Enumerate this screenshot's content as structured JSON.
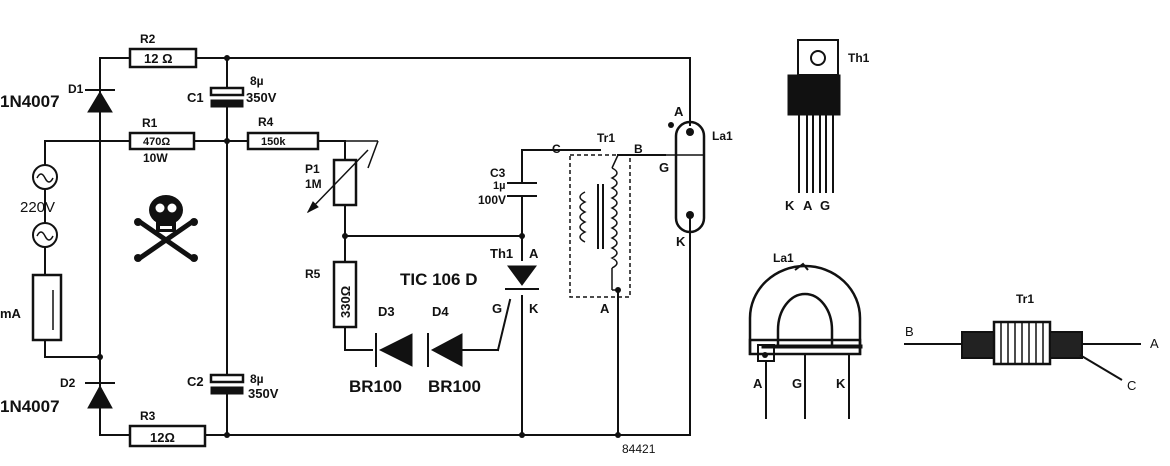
{
  "components": {
    "r2": {
      "ref": "R2",
      "value": "12 Ω"
    },
    "r1": {
      "ref": "R1",
      "value": "470Ω",
      "power": "10W"
    },
    "r4": {
      "ref": "R4",
      "value": "150k"
    },
    "r3": {
      "ref": "R3",
      "value": "12Ω"
    },
    "r5": {
      "ref": "R5",
      "value": "330Ω"
    },
    "p1": {
      "ref": "P1",
      "value": "1M"
    },
    "c1": {
      "ref": "C1",
      "value": "8µ",
      "voltage": "350V"
    },
    "c2": {
      "ref": "C2",
      "value": "8µ",
      "voltage": "350V"
    },
    "c3": {
      "ref": "C3",
      "value": "1µ",
      "voltage": "100V"
    },
    "d1": {
      "ref": "D1",
      "type": "1N4007"
    },
    "d2": {
      "ref": "D2",
      "type": "1N4007"
    },
    "d3": {
      "ref": "D3",
      "type": "BR100"
    },
    "d4": {
      "ref": "D4",
      "type": "BR100"
    },
    "th1": {
      "ref": "Th1",
      "type": "TIC 106 D",
      "pin_a": "A",
      "pin_k": "K",
      "pin_g": "G"
    },
    "tr1": {
      "ref": "Tr1",
      "pin_c": "C",
      "pin_b": "B",
      "pin_a": "A"
    },
    "la1": {
      "ref": "La1",
      "pin_a": "A",
      "pin_g": "G",
      "pin_k": "K"
    },
    "supply": {
      "voltage": "220V"
    },
    "meter": {
      "unit": "mA"
    }
  },
  "pinouts": {
    "th1": {
      "ref": "Th1",
      "pins": [
        "K",
        "A",
        "G"
      ]
    },
    "la1": {
      "ref": "La1",
      "pins": [
        "A",
        "G",
        "K"
      ]
    },
    "tr1": {
      "ref": "Tr1",
      "pin_b": "B",
      "pin_a": "A",
      "pin_c": "C"
    }
  },
  "figure_number": "84421"
}
